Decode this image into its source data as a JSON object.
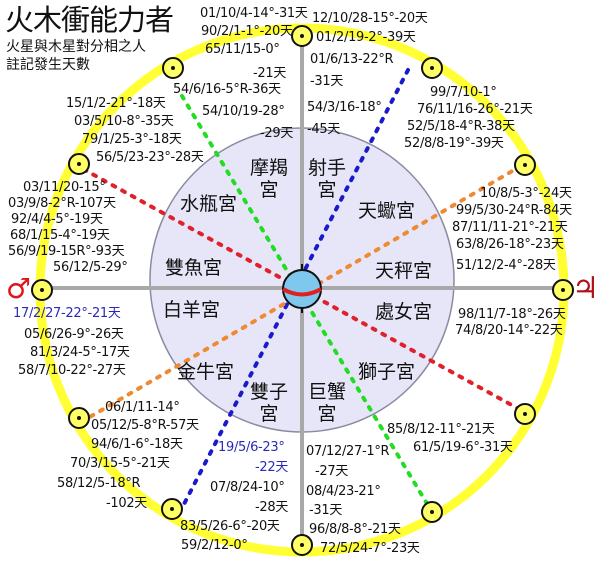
{
  "header": {
    "title": "火木衝能力者",
    "subtitle_line1": "火星與木星對分相之人",
    "subtitle_line2": "註記發生天數"
  },
  "symbols": {
    "mars": {
      "glyph": "♂",
      "color": "#e0141e",
      "name": "mars-symbol"
    },
    "jupiter": {
      "glyph": "♃",
      "color": "#b0101a",
      "name": "jupiter-symbol"
    }
  },
  "colors": {
    "orbit": "#ffff33",
    "inner_disc": "#e6e6f8",
    "inner_border": "#8a8aa0",
    "axis": "#a8a8a8",
    "earth": "#7ec8ee",
    "equator": "#e02020",
    "line_red": "#e0202a",
    "line_green": "#22dd22",
    "line_blue": "#1a1acc",
    "line_orange": "#ee8a33",
    "highlight_text": "#2a2ab8"
  },
  "zodiac": {
    "capricorn": [
      "摩羯",
      "宮"
    ],
    "sagittarius": [
      "射手",
      "宮"
    ],
    "aquarius": "水瓶宮",
    "scorpio": "天蠍宮",
    "pisces": "雙魚宮",
    "libra": "天秤宮",
    "aries": "白羊宮",
    "virgo": "處女宮",
    "taurus": "金牛宮",
    "leo": "獅子宮",
    "gemini": [
      "雙子",
      "宮"
    ],
    "cancer": [
      "巨蟹",
      "宮"
    ]
  },
  "labels": {
    "top_left_1": "01/10/4-14°-31天",
    "top_left_2": "90/2/1-1°-20天",
    "top_left_3": "65/11/15-0°",
    "top_left_4": "-21天",
    "top_left_5": "54/6/16-5°R-36天",
    "top_left_6": "54/10/19-28°",
    "top_left_7": "-29天",
    "top_right_1": "12/10/28-15°-20天",
    "top_right_2": "01/2/19-2°-39天",
    "top_right_3": "01/6/13-22°R",
    "top_right_4": "-31天",
    "top_right_5": "54/3/16-18°",
    "top_right_6": "-45天",
    "ne_1": "99/7/10-1°",
    "ne_2": "76/11/16-26°-21天",
    "ne_3": "52/5/18-4°R-38天",
    "ne_4": "52/8/8-19°-39天",
    "nw_1": "15/1/2-21°-18天",
    "nw_2": "03/5/10-8°-35天",
    "nw_3": "79/1/25-3°-18天",
    "nw_4": "56/5/23-23°-28天",
    "w_1": "03/11/20-15°",
    "w_2": "03/9/8-2°R-107天",
    "w_3": "92/4/4-5°-19天",
    "w_4": "68/1/15-4°-19天",
    "w_5": "56/9/19-15R°-93天",
    "w_6": "56/12/5-29°",
    "e_1": "10/8/5-3°-24天",
    "e_2": "99/5/30-24°R-84天",
    "e_3": "87/11/11-21°-21天",
    "e_4": "63/8/26-18°-23天",
    "e_5": "51/12/2-4°-28天",
    "sw_highlight": "17/2/27-22°-21天",
    "sw_1": "05/6/26-9°-26天",
    "sw_2": "81/3/24-5°-17天",
    "sw_3": "58/7/10-22°-27天",
    "se_1": "98/11/7-18°-26天",
    "se_2": "74/8/20-14°-22天",
    "lw_1": "06/1/11-14°",
    "lw_2": "05/12/5-8°R-57天",
    "lw_3": "94/6/1-6°-18天",
    "lw_4": "70/3/15-5°-21天",
    "lw_5": "58/12/5-18°R",
    "lw_6": "-102天",
    "bottom_hl_1": "19/5/6-23°",
    "bottom_hl_2": "-22天",
    "bottom_l_1": "07/8/24-10°",
    "bottom_l_2": "-28天",
    "bottom_l_3": "83/5/26-6°-20天",
    "bottom_l_4": "59/2/12-0°",
    "bottom_r_1": "07/12/27-1°R",
    "bottom_r_2": "-27天",
    "bottom_r_3": "08/4/23-21°",
    "bottom_r_4": "-31天",
    "bottom_r_5": "96/8/8-8°-21天",
    "bottom_r_6": "72/5/24-7°-23天",
    "lr_1": "85/8/12-11°-21天",
    "lr_2": "61/5/19-6°-31天"
  }
}
